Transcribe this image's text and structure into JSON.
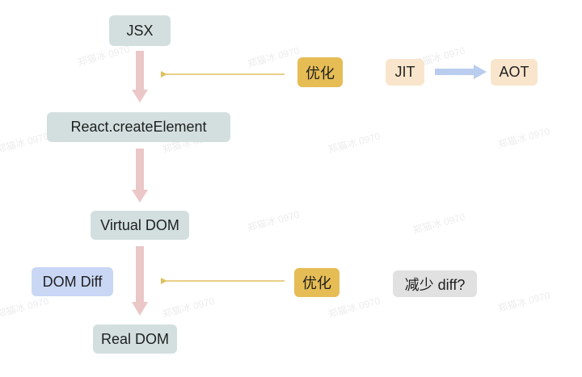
{
  "nodes": {
    "jsx": "JSX",
    "create_element": "React.createElement",
    "virtual_dom": "Virtual DOM",
    "real_dom": "Real DOM",
    "dom_diff": "DOM Diff",
    "optimize_1": "优化",
    "optimize_2": "优化",
    "jit": "JIT",
    "aot": "AOT",
    "reduce_diff": "减少 diff?"
  },
  "watermark": "郑猫冰 0970",
  "colors": {
    "node_grey": "#d3dfdf",
    "optimize_gold": "#e6bd55",
    "jit_aot_peach": "#f9e5cc",
    "dom_diff_blue": "#c9d7f5",
    "reduce_grey": "#e1e1e1",
    "flow_arrow": "#ebc7c7",
    "optimize_arrow": "#e0c060",
    "jit_aot_arrow": "#b9cdef"
  }
}
